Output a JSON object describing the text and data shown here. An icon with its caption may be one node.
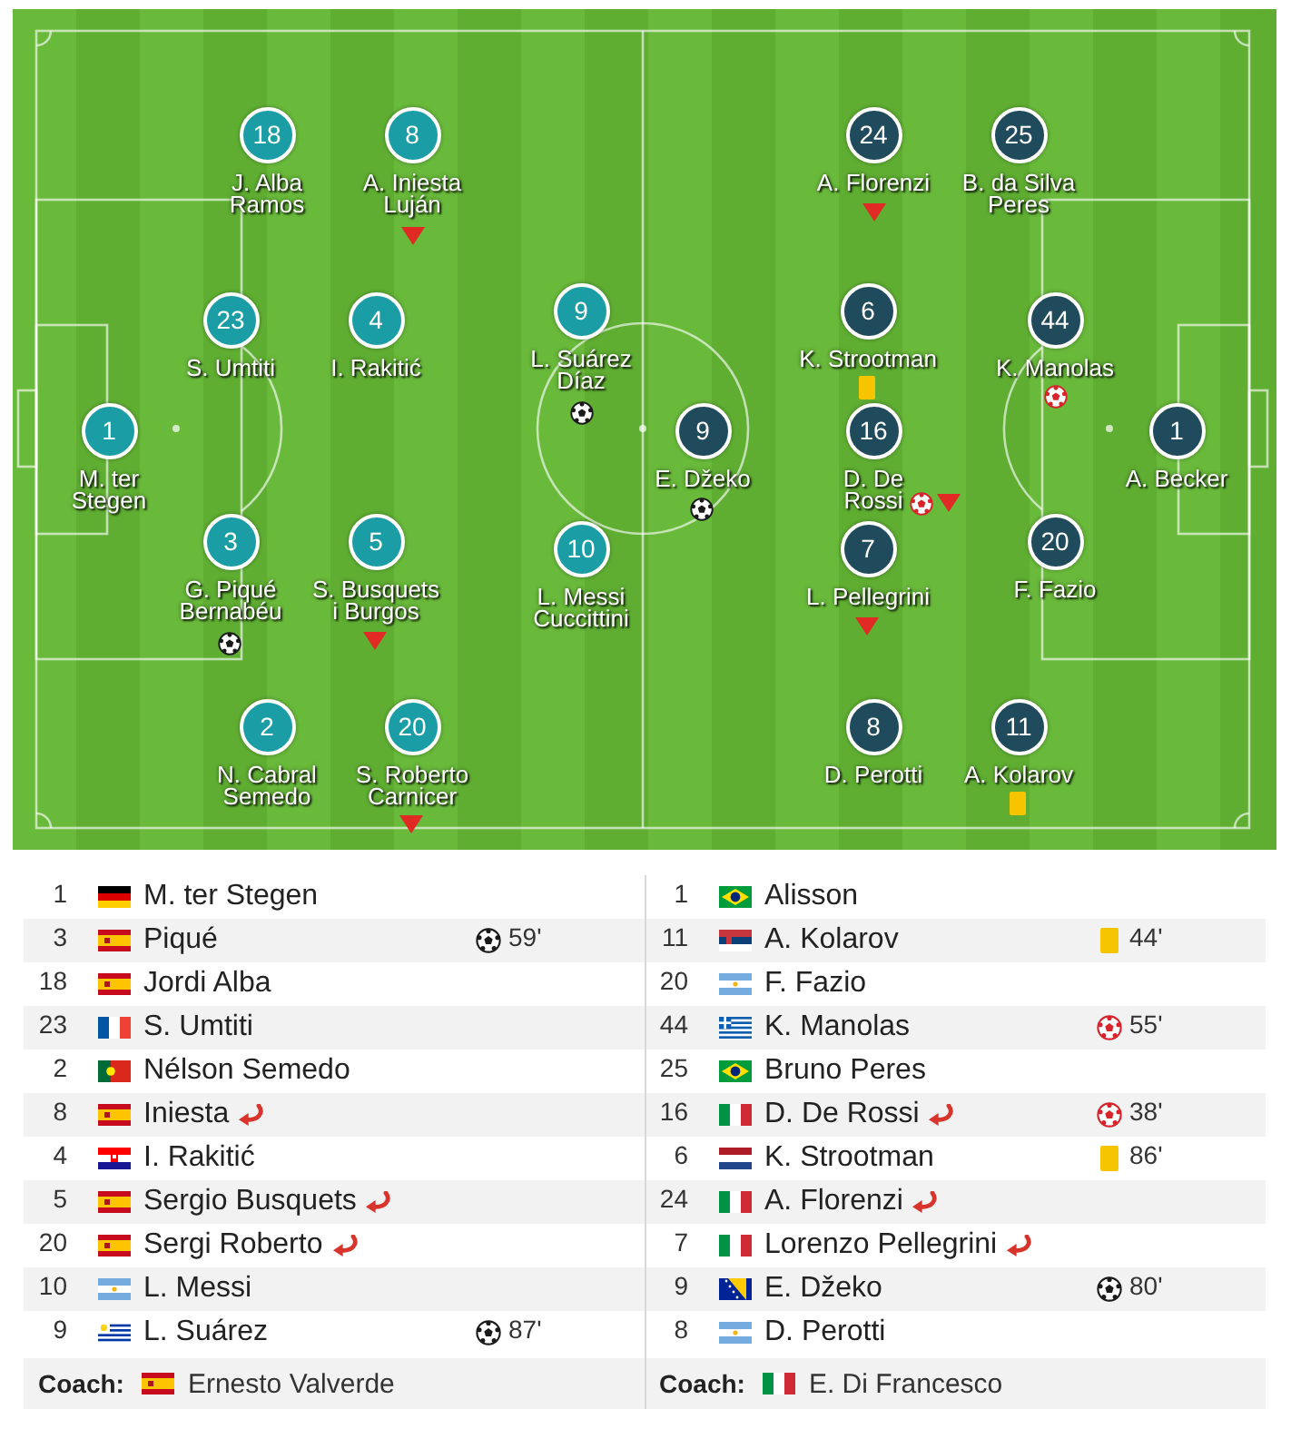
{
  "diagram": {
    "nodes": [
      {
        "text": [
          "1",
          "M. ter Stegen"
        ]
      },
      {
        "text": [
          "18",
          "J. Alba Ramos"
        ]
      },
      {
        "text": [
          "23",
          "S. Umtiti"
        ]
      },
      {
        "text": [
          "3",
          "G. Piqué Bernabéu"
        ]
      },
      {
        "text": [
          "2",
          "N. Cabral Semedo"
        ]
      },
      {
        "text": [
          "8",
          "A. Iniesta Luján"
        ]
      },
      {
        "text": [
          "4",
          "I. Rakitić"
        ]
      },
      {
        "text": [
          "5",
          "S. Busquets i Burgos"
        ]
      },
      {
        "text": [
          "20",
          "S. Roberto Carnicer"
        ]
      },
      {
        "text": [
          "9",
          "L. Suárez Díaz"
        ]
      },
      {
        "text": [
          "10",
          "L. Messi Cuccittini"
        ]
      },
      {
        "text": [
          "9",
          "E. Džeko"
        ]
      },
      {
        "text": [
          "24",
          "A. Florenzi"
        ]
      },
      {
        "text": [
          "6",
          "K. Strootman"
        ]
      },
      {
        "text": [
          "16",
          "D. De Rossi"
        ]
      },
      {
        "text": [
          "7",
          "L. Pellegrini"
        ]
      },
      {
        "text": [
          "8",
          "D. Perotti"
        ]
      },
      {
        "text": [
          "25",
          "B. da Silva Peres"
        ]
      },
      {
        "text": [
          "11",
          "A. Kolarov"
        ]
      },
      {
        "text": [
          "44",
          "K. Manolas"
        ]
      },
      {
        "text": [
          "20",
          "F. Fazio"
        ]
      },
      {
        "text": [
          "1",
          "A. Becker"
        ]
      }
    ],
    "labels": [
      "1",
      "M. ter Stegen",
      "3",
      "Piqué",
      "59'",
      "18",
      "Jordi Alba",
      "23",
      "S. Umtiti",
      "2",
      "Nélson Semedo",
      "8",
      "Iniesta",
      "4",
      "I. Rakitić",
      "5",
      "Sergio Busquets",
      "20",
      "Sergi Roberto",
      "10",
      "L. Messi",
      "9",
      "L. Suárez",
      "87'",
      "Coach:",
      "Ernesto Valverde",
      "1",
      "Alisson",
      "11",
      "A. Kolarov",
      "44'",
      "20",
      "F. Fazio",
      "44",
      "K. Manolas",
      "55'",
      "25",
      "Bruno Peres",
      "16",
      "D. De Rossi",
      "38'",
      "6",
      "K. Strootman",
      "86'",
      "24",
      "A. Florenzi",
      "7",
      "Lorenzo Pellegrini",
      "9",
      "E. Džeko",
      "80'",
      "8",
      "D. Perotti",
      "Coach:",
      "E. Di Francesco"
    ]
  }
}
